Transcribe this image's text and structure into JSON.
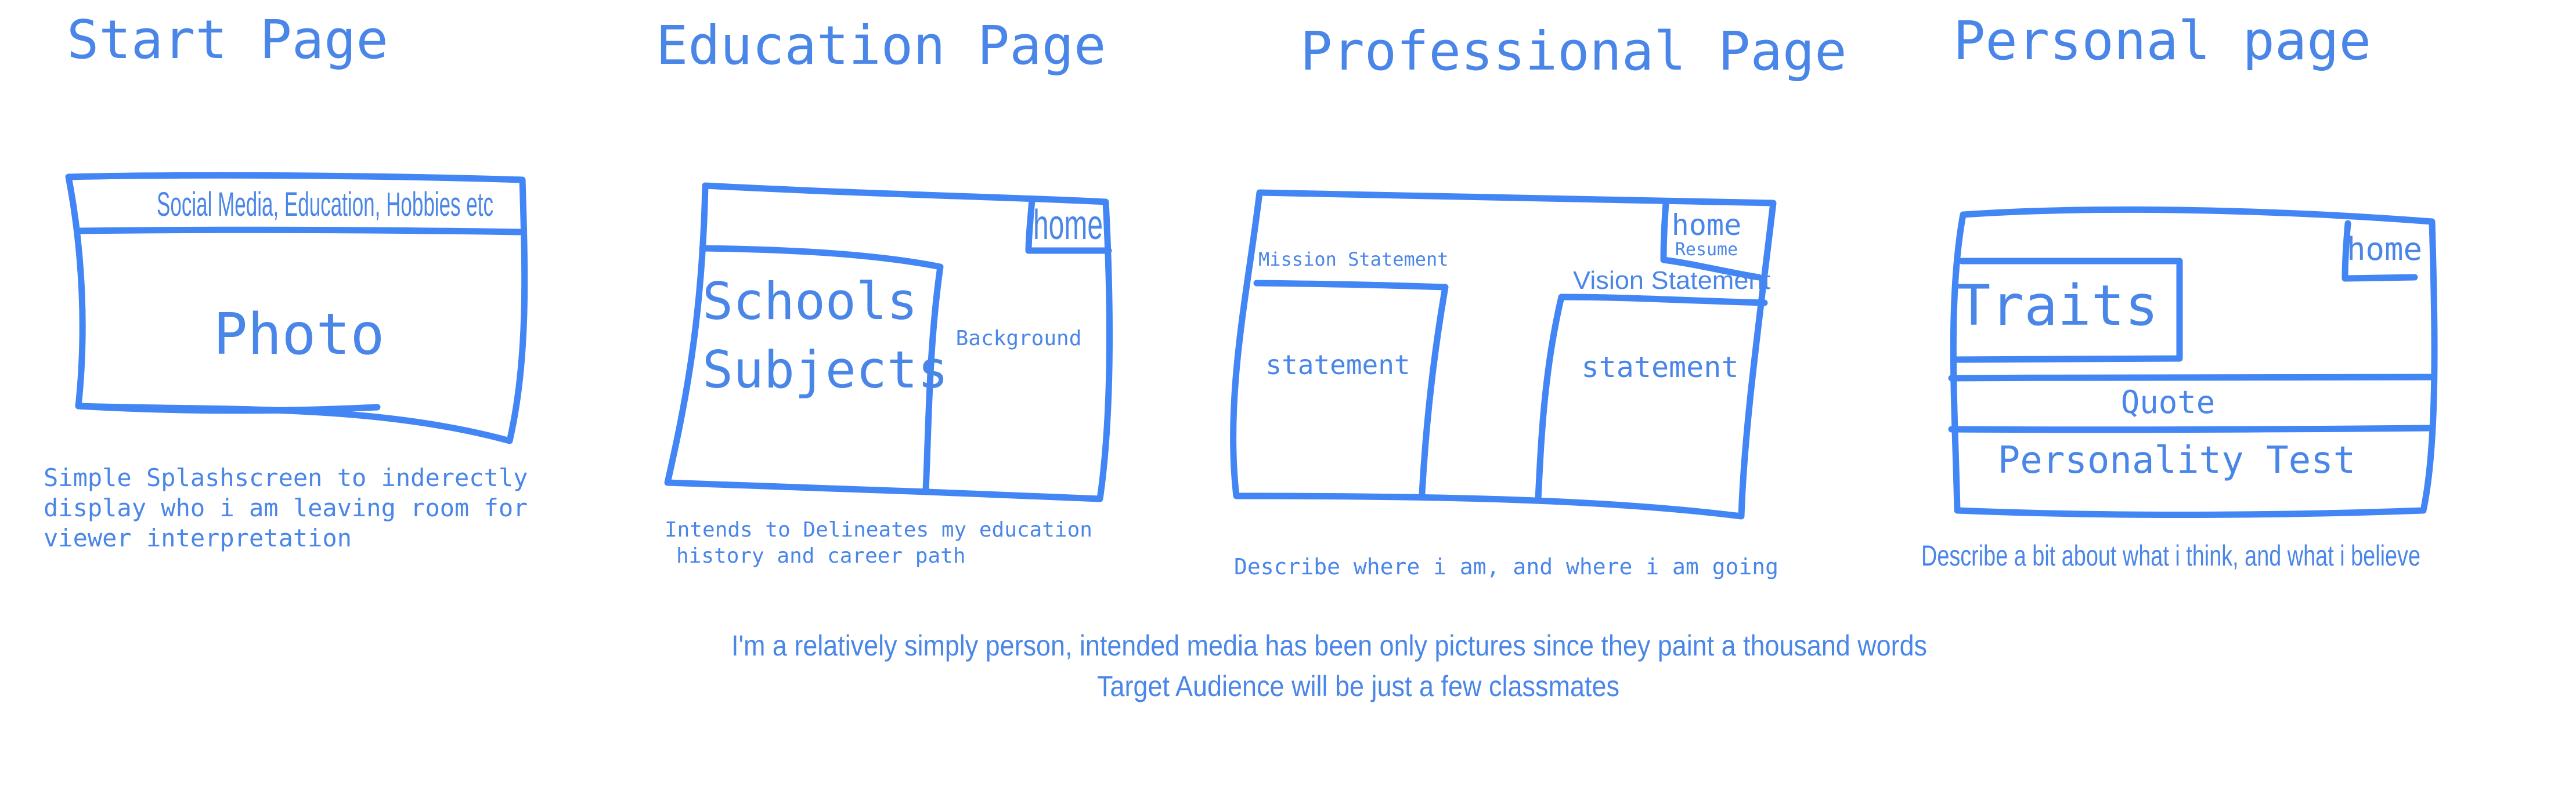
{
  "pages": {
    "start": {
      "title": "Start Page",
      "nav_text": "Social Media, Education, Hobbies etc",
      "photo_label": "Photo",
      "description": [
        "Simple Splashscreen to inderectly",
        "display who i am leaving room for",
        "viewer interpretation"
      ]
    },
    "education": {
      "title": "Education Page",
      "home_label": "home",
      "schools_label": "Schools",
      "subjects_label": "Subjects",
      "background_label": "Background",
      "description": [
        "Intends to Delineates my education",
        "history and career path"
      ]
    },
    "professional": {
      "title": "Professional Page",
      "home_label": "home",
      "resume_label": "Resume",
      "mission_label": "Mission Statement",
      "vision_label": "Vision Statement",
      "statement_left": "statement",
      "statement_right": "statement",
      "description": "Describe where i am, and where i am going"
    },
    "personal": {
      "title": "Personal page",
      "home_label": "home",
      "traits_label": "Traits",
      "quote_label": "Quote",
      "personality_label": "Personality Test",
      "description": "Describe a bit about what i think, and what i believe"
    }
  },
  "footer": {
    "line1": "I'm a relatively simply person, intended media has been only pictures since they paint a thousand words",
    "line2": "Target Audience will be just a few classmates"
  },
  "colors": {
    "stroke": "#4285f4",
    "text": "#4a86e8",
    "background": "#ffffff"
  }
}
